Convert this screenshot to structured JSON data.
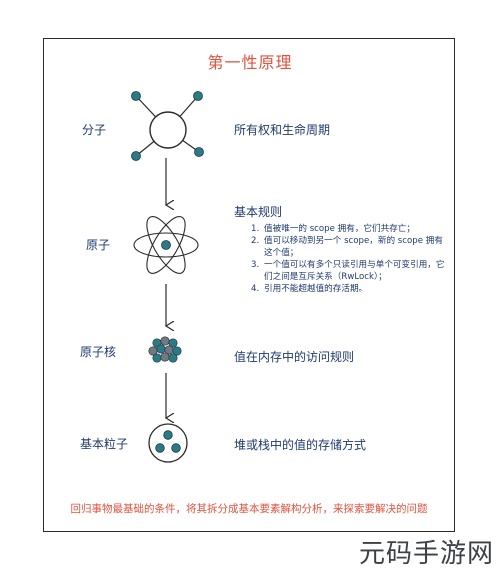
{
  "title": "第一性原理",
  "levels": [
    {
      "name": "分子",
      "description": "所有权和生命周期"
    },
    {
      "name": "原子",
      "description": "基本规则"
    },
    {
      "name": "原子核",
      "description": "值在内存中的访问规则"
    },
    {
      "name": "基本粒子",
      "description": "堆或栈中的值的存储方式"
    }
  ],
  "rules": [
    {
      "num": "1.",
      "text": "值被唯一的 scope 拥有，它们共存亡；"
    },
    {
      "num": "2.",
      "text": "值可以移动到另一个 scope，新的 scope 拥有这个值；"
    },
    {
      "num": "3.",
      "text": "一个值可以有多个只读引用与单个可变引用，它们之间是互斥关系（RwLock）；"
    },
    {
      "num": "4.",
      "text": "引用不能超越值的存活期。"
    }
  ],
  "footer": "回归事物最基础的条件，将其拆分成基本要素解构分析，来探索要解决的问题",
  "watermark": "元码手游网",
  "colors": {
    "title": "#e2523f",
    "label": "#1f3a6e",
    "node": "#2b7a86",
    "stroke": "#2b2b2b"
  }
}
